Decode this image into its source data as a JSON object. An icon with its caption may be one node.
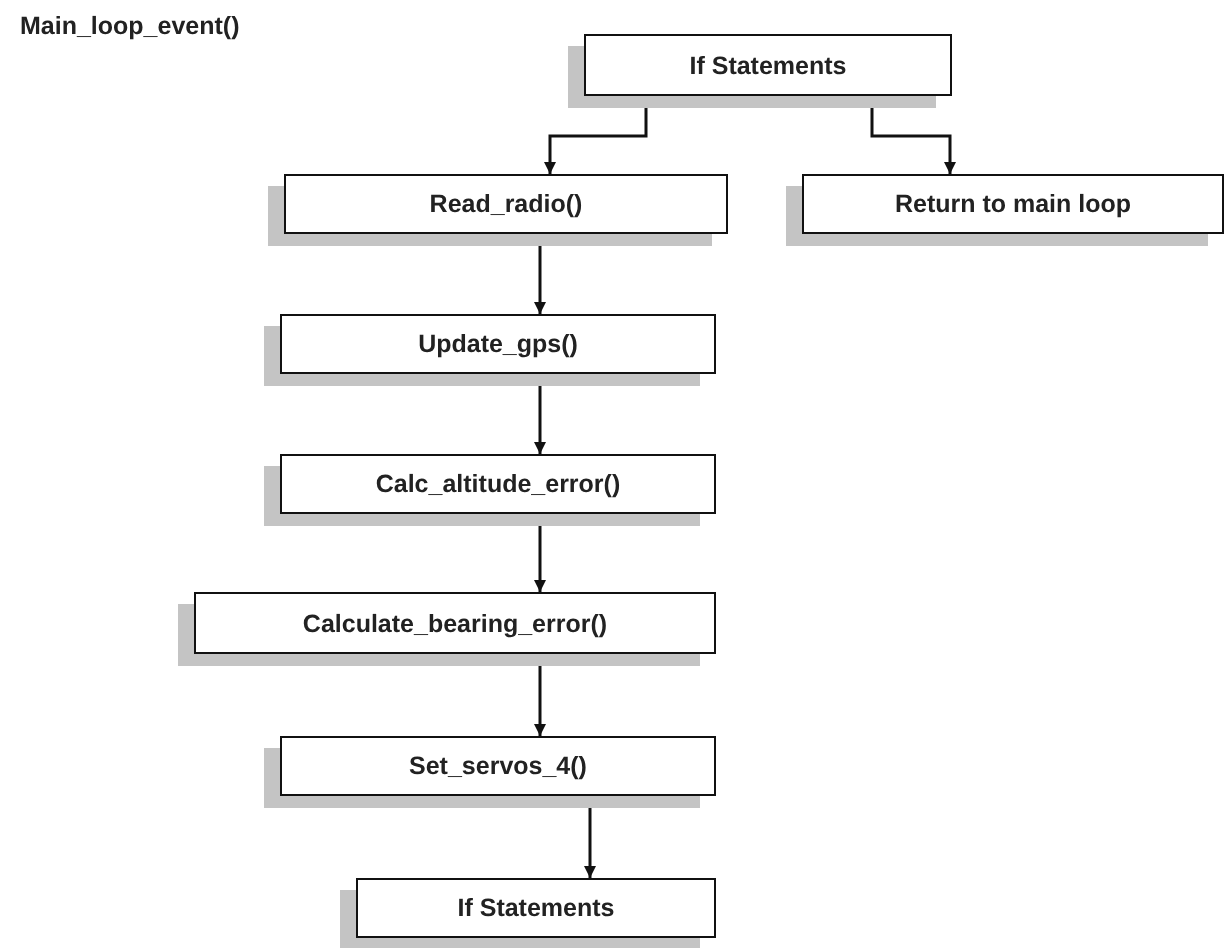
{
  "diagram": {
    "title": "Main_loop_event()",
    "nodes": [
      {
        "text": [
          "If Statements"
        ]
      },
      {
        "text": [
          "Read_radio()"
        ]
      },
      {
        "text": [
          "Return to main loop"
        ]
      },
      {
        "text": [
          "Update_gps()"
        ]
      },
      {
        "text": [
          "Calc_altitude_error()"
        ]
      },
      {
        "text": [
          "Calculate_bearing_error()"
        ]
      },
      {
        "text": [
          "Set_servos_4()"
        ]
      },
      {
        "text": [
          "If Statements"
        ]
      }
    ],
    "edges": [
      {
        "from": 0,
        "to": 1,
        "arrow": "to"
      },
      {
        "from": 0,
        "to": 2,
        "arrow": "to"
      },
      {
        "from": 1,
        "to": 3,
        "arrow": "to"
      },
      {
        "from": 3,
        "to": 4,
        "arrow": "to"
      },
      {
        "from": 4,
        "to": 5,
        "arrow": "to"
      },
      {
        "from": 5,
        "to": 6,
        "arrow": "to"
      },
      {
        "from": 6,
        "to": 7,
        "arrow": "to"
      }
    ]
  }
}
